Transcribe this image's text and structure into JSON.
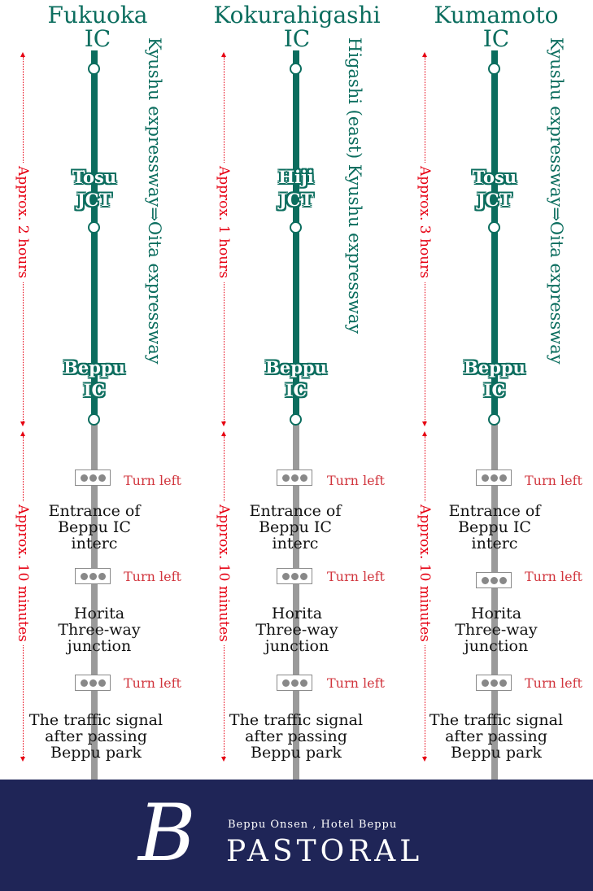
{
  "routes": [
    {
      "origin": "Fukuoka",
      "origin_suffix": "IC",
      "highway_label": "Kyushu expressway⇒Oita expressway",
      "junction": "Tosu",
      "junction_suffix": "JCT",
      "exit": "Beppu",
      "exit_suffix": "IC",
      "highway_time": "Approx. 2 hours",
      "local_time": "Approx. 10 minutes"
    },
    {
      "origin": "Kokurahigashi",
      "origin_suffix": "IC",
      "highway_label": "Higashi (east) Kyushu expressway",
      "junction": "Hiji",
      "junction_suffix": "JCT",
      "exit": "Beppu",
      "exit_suffix": "IC",
      "highway_time": "Approx. 1 hours",
      "local_time": "Approx. 10 minutes"
    },
    {
      "origin": "Kumamoto",
      "origin_suffix": "IC",
      "highway_label": "Kyushu expressway⇒Oita expressway",
      "junction": "Tosu",
      "junction_suffix": "JCT",
      "exit": "Beppu",
      "exit_suffix": "IC",
      "highway_time": "Approx. 3 hours",
      "local_time": "Approx. 10 minutes"
    }
  ],
  "directions": {
    "turn": "Turn left",
    "stop1": [
      "Entrance of",
      "Beppu IC",
      "interc"
    ],
    "stop2": [
      "Horita",
      "Three-way",
      "junction"
    ],
    "stop3": [
      "The traffic signal",
      "after passing",
      "Beppu park"
    ]
  },
  "brand": {
    "logo_letter": "B",
    "subtitle": "Beppu Onsen , Hotel Beppu",
    "name": "PASTORAL"
  },
  "colors": {
    "highway": "#0b6d5e",
    "local_road": "#9a9a9a",
    "time_marker": "#e60012",
    "turn_text": "#d1353d",
    "footer_bg": "#1f2557"
  }
}
